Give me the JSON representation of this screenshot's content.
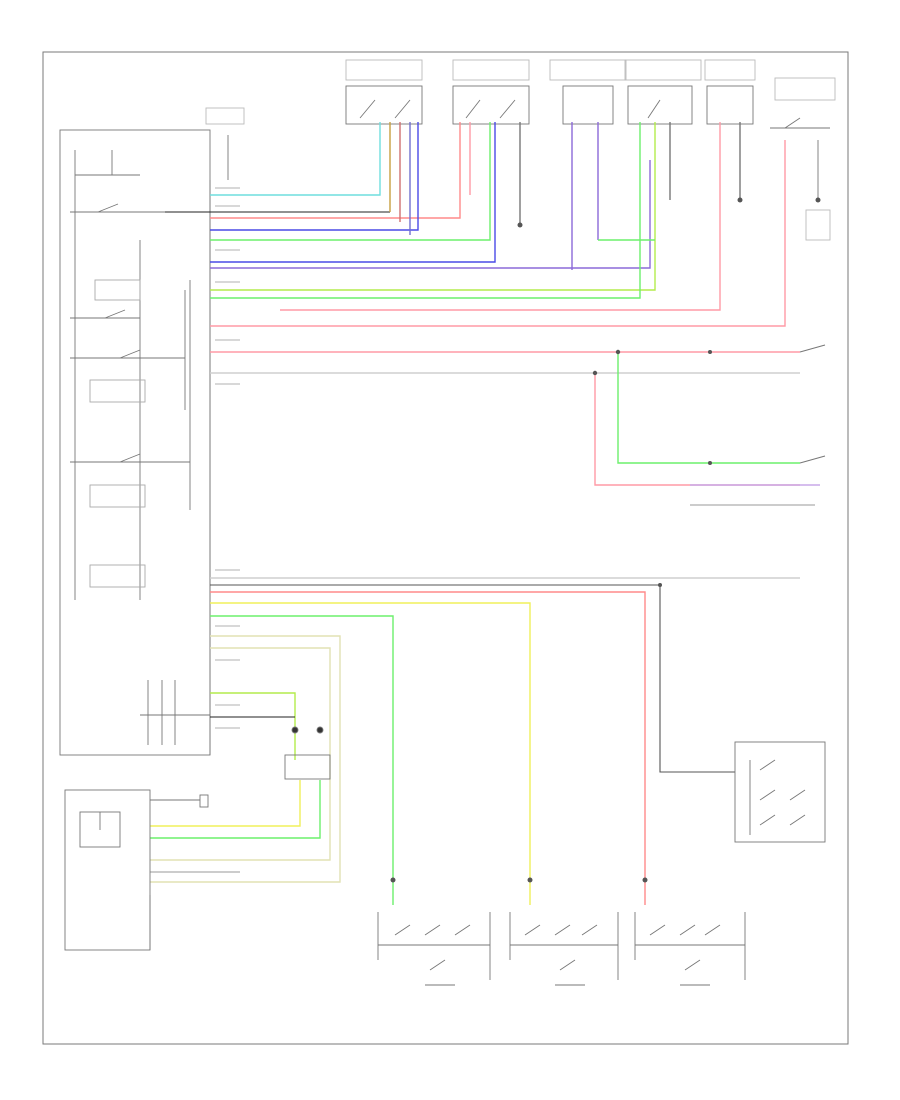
{
  "diagram": {
    "footer_id": "",
    "colors": {
      "border": "#7a7a7a",
      "wire_dark": "#808080",
      "red": "#ff8a8a",
      "pink": "#ff9aa6",
      "cyan": "#6fdede",
      "blue": "#4a4ae6",
      "violet": "#8c6ad8",
      "green": "#6cf06c",
      "lime": "#b4ec4c",
      "yellow": "#f0f05a",
      "tan": "#e2e2b4",
      "black": "#222222"
    },
    "components": [
      {
        "id": "lf-window-switch",
        "label": ""
      },
      {
        "id": "lr-window-switch",
        "label": ""
      },
      {
        "id": "rr-window-switch",
        "label": ""
      },
      {
        "id": "rf-window-switch",
        "label": ""
      },
      {
        "id": "sunroof-switch",
        "label": ""
      },
      {
        "id": "door-lock-actuator",
        "label": ""
      },
      {
        "id": "bcm",
        "label": ""
      },
      {
        "id": "dimmer-module",
        "label": ""
      },
      {
        "id": "junction-relay",
        "label": ""
      },
      {
        "id": "right-rear-window-sw",
        "label": ""
      },
      {
        "id": "front-door-lock-sw",
        "label": ""
      },
      {
        "id": "rear-door-lock-sw-1",
        "label": ""
      },
      {
        "id": "rear-door-lock-sw-2",
        "label": ""
      },
      {
        "id": "rear-door-lock-sw-3",
        "label": ""
      }
    ]
  }
}
